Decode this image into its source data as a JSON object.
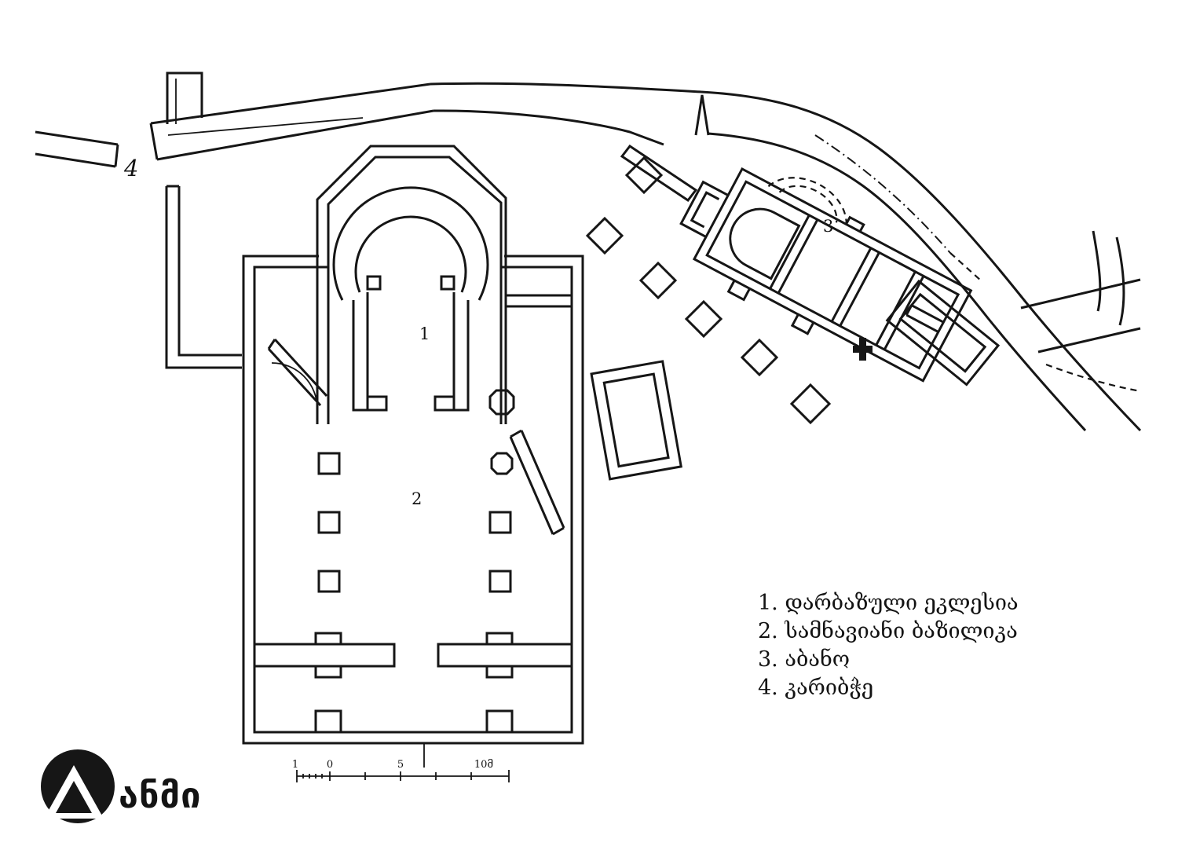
{
  "plan": {
    "labels": {
      "hall_church_number": "1",
      "basilica_number": "2",
      "bath_number": "3",
      "gate_number": "4"
    }
  },
  "legend": {
    "items": [
      "1. დარბაზული ეკლესია",
      "2. სამნავიანი ბაზილიკა",
      "3. აბანო",
      "4. კარიბჭე"
    ]
  },
  "scale_bar": {
    "labels": [
      "1",
      "0",
      "5",
      "10მ"
    ]
  },
  "logo": {
    "text": "ანმი"
  },
  "colors": {
    "ink": "#161616",
    "background": "#ffffff"
  }
}
